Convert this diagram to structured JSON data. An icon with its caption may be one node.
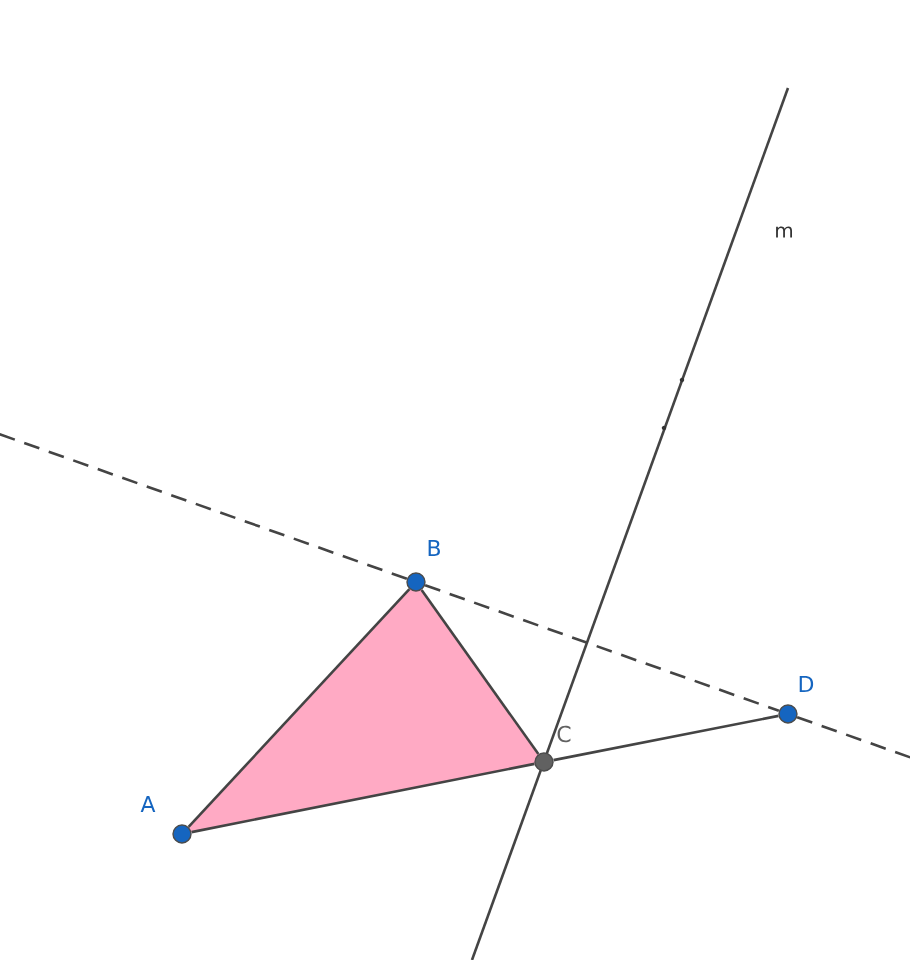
{
  "diagram": {
    "nodes": [
      {
        "text": [
          "A"
        ]
      },
      {
        "text": [
          "B"
        ]
      },
      {
        "text": [
          "C"
        ]
      },
      {
        "text": [
          "D"
        ]
      }
    ],
    "edges": [
      {
        "from": 0,
        "to": 1,
        "arrow": "none"
      },
      {
        "from": 1,
        "to": 2,
        "arrow": "none"
      },
      {
        "from": 2,
        "to": 0,
        "arrow": "none"
      },
      {
        "from": 2,
        "to": 3,
        "arrow": "none"
      },
      {
        "from": 1,
        "to": 3,
        "arrow": "none",
        "style": "dashed"
      }
    ],
    "labels": [
      "m"
    ]
  }
}
